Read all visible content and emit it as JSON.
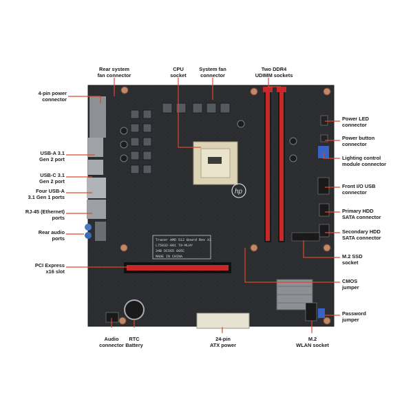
{
  "labels": {
    "four_pin_power": "4-pin power\nconnector",
    "rear_system_fan": "Rear system\nfan connector",
    "cpu_socket": "CPU\nsocket",
    "system_fan": "System fan\nconnector",
    "two_ddr4": "Two DDR4\nUDIMM sockets",
    "power_led": "Power LED\nconnector",
    "power_button": "Power button\nconnector",
    "lighting_control": "Lighting control\nmodule connector",
    "front_io_usb": "Front I/O USB\nconnector",
    "primary_hdd": "Primary HDD\nSATA connector",
    "secondary_hdd": "Secondary HDD\nSATA connector",
    "m2_ssd": "M.2 SSD\nsocket",
    "cmos_jumper": "CMOS\njumper",
    "password_jumper": "Password\njumper",
    "m2_wlan": "M.2\nWLAN socket",
    "atx_power": "24-pin\nATX power",
    "rtc_battery": "RTC\nBattery",
    "audio_connector": "Audio\nconnector",
    "pci_express": "PCI Express\nx16 slot",
    "rear_audio": "Rear audio\nports",
    "rj45": "RJ-45 (Ethernet)\nports",
    "four_usb_a": "Four USB-A\n3.1 Gen 1 ports",
    "usb_c": "USB-C 3.1\nGen 2 port",
    "usb_a": "USB-A 3.1\nGen 2 port"
  },
  "board": {
    "logo_text": "hp",
    "silkscreen_lines": [
      "Tracer AMD 512 Board Rev X1",
      "L75832-001 T9-MLHY",
      "34B DC565 005C",
      "MADE IN CHINA"
    ],
    "colors": {
      "pcb": "#2b2d30",
      "dimm_slot": "#c8282a",
      "callout_line": "#e0472a"
    }
  }
}
